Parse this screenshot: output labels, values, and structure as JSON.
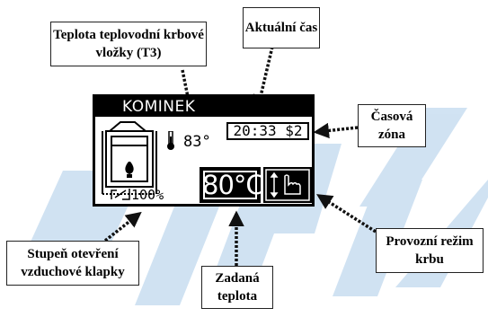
{
  "display": {
    "title": "KOMINEK",
    "temperature": "83°",
    "clock": "20:33",
    "zone": "$2",
    "setpoint": "80°C",
    "damper": "100%"
  },
  "labels": {
    "t3": "Teplota teplovodní krbové vložky (T3)",
    "time": "Aktuální čas",
    "timezone": "Časová zóna",
    "damper": "Stupeň otevření vzduchové klapky",
    "setpoint": "Zadaná teplota",
    "mode": "Provozní režim krbu"
  },
  "watermark": {
    "text": "KPK",
    "color": "#2f7fc8"
  }
}
